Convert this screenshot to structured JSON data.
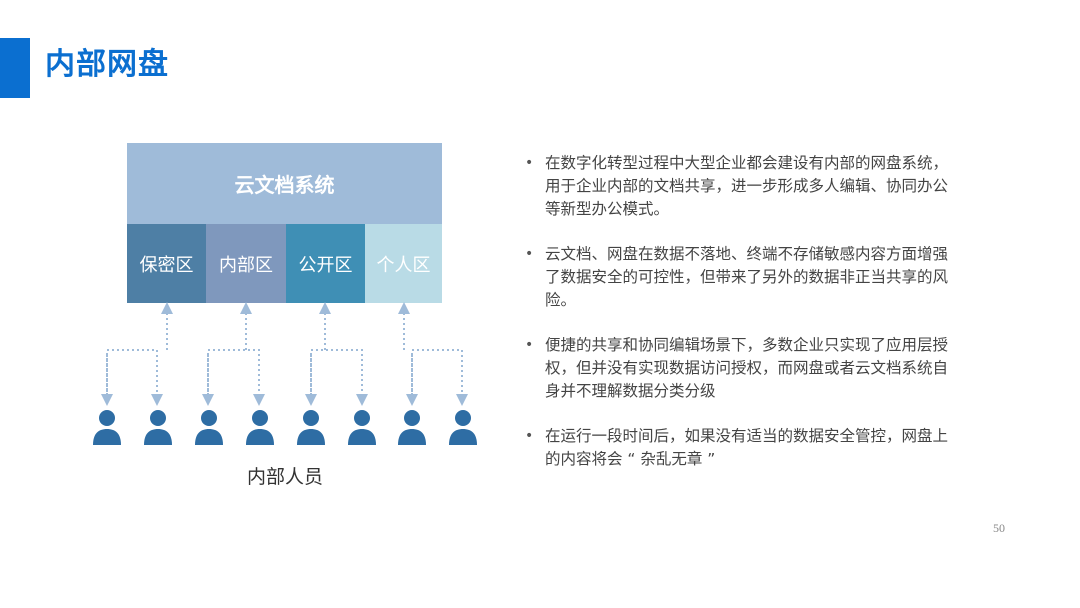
{
  "slide": {
    "title": "内部网盘",
    "page_number": "50",
    "colors": {
      "accent": "#0b6fd0",
      "cloud": "#9fbbd9",
      "person": "#2e6da4"
    }
  },
  "diagram": {
    "system_label": "云文档系统",
    "zones": [
      {
        "label": "保密区",
        "color": "#4e7fa5"
      },
      {
        "label": "内部区",
        "color": "#7f98bd"
      },
      {
        "label": "公开区",
        "color": "#3f8fb5"
      },
      {
        "label": "个人区",
        "color": "#b9dbe6"
      }
    ],
    "people_icon": "person-icon",
    "people_count": 8,
    "staff_label": "内部人员"
  },
  "bullets": [
    "在数字化转型过程中大型企业都会建设有内部的网盘系统，用于企业内部的文档共享，进一步形成多人编辑、协同办公等新型办公模式。",
    "云文档、网盘在数据不落地、终端不存储敏感内容方面增强了数据安全的可控性，但带来了另外的数据非正当共享的风险。",
    "便捷的共享和协同编辑场景下，多数企业只实现了应用层授权，但并没有实现数据访问授权，而网盘或者云文档系统自身并不理解数据分类分级",
    "在运行一段时间后，如果没有适当的数据安全管控，网盘上的内容将会 “ 杂乱无章 ”"
  ]
}
